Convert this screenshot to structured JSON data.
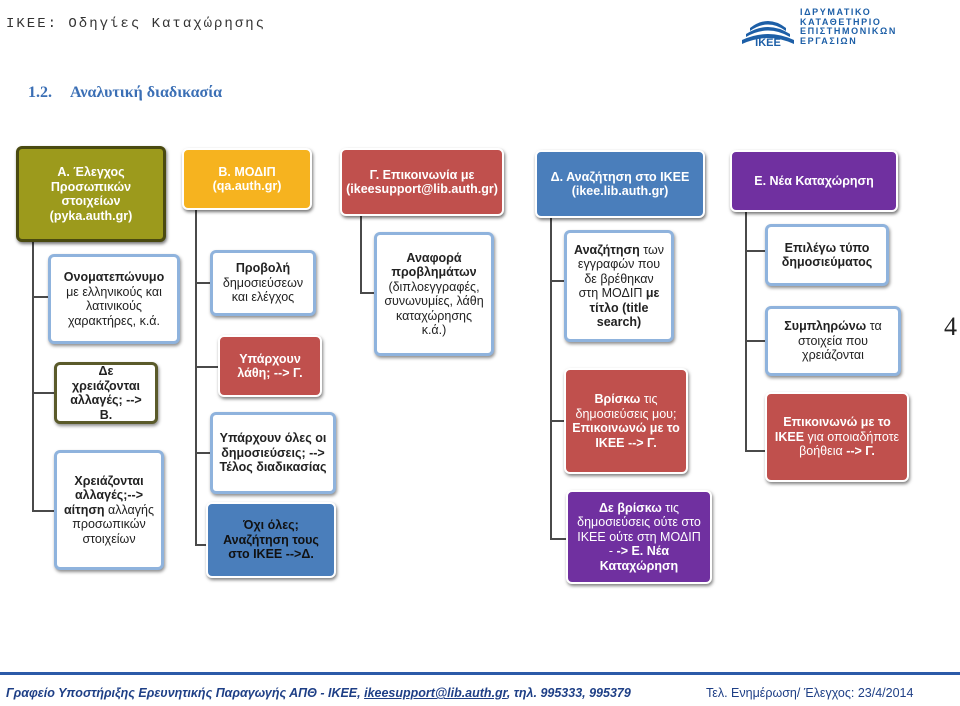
{
  "header": {
    "title": "IKEE: Οδηγίες Καταχώρησης",
    "logo_lines": [
      "ΙΔΡΥΜΑΤΙΚΟ",
      "ΚΑΤΑΘΕΤΗΡΙΟ",
      "ΕΠΙΣΤΗΜΟΝΙΚΩΝ",
      "ΕΡΓΑΣΙΩΝ"
    ],
    "logo_mark": "IKEE"
  },
  "section": {
    "number": "1.2.",
    "title": "Αναλυτική διαδικασία"
  },
  "page_number": "4",
  "columns": {
    "A": {
      "head": "Α. Έλεγχος Προσωπικών στοιχείων (pyka.auth.gr)",
      "items": [
        {
          "bold": "Ονοματεπώνυμο",
          "text": " με ελληνικούς και λατινικούς χαρακτήρες, κ.ά."
        },
        {
          "bold": "Δε χρειάζονται αλλαγές; --> Β.",
          "text": ""
        },
        {
          "bold": "Χρειάζονται αλλαγές;--> αίτηση",
          "text": " αλλαγής προσωπικών στοιχείων"
        }
      ]
    },
    "B": {
      "head": "Β. ΜΟΔΙΠ (qa.auth.gr)",
      "items": [
        {
          "bold": "Προβολή",
          "text": " δημοσιεύσεων και ελέγχος"
        },
        {
          "bold": "Υπάρχουν λάθη; --> Γ.",
          "text": ""
        },
        {
          "bold": "Υπάρχουν όλες οι δημοσιεύσεις; --> Τέλος διαδικασίας",
          "text": ""
        },
        {
          "bold": "Όχι όλες; Αναζήτηση τους στο ΙΚΕΕ -->Δ.",
          "text": ""
        }
      ]
    },
    "C": {
      "head": "Γ. Επικοινωνία με (ikeesupport@lib.auth.gr)",
      "items": [
        {
          "bold": "Αναφορά προβλημάτων",
          "text": " (διπλοεγγραφές, συνωνυμίες, λάθη καταχώρησης κ.ά.)"
        }
      ]
    },
    "D": {
      "head": "Δ. Αναζήτηση στο ΙΚΕΕ (ikee.lib.auth.gr)",
      "items": [
        {
          "bold": "Αναζήτηση",
          "text": " των εγγραφών που δε βρέθηκαν στη ΜΟΔΙΠ ",
          "bold2": "με τίτλο (title search)"
        },
        {
          "bold": "Βρίσκω",
          "text": " τις δημοσιεύσεις μου; ",
          "bold2": "Επικοινωνώ με το ΙΚΕΕ --> Γ."
        },
        {
          "bold": "Δε βρίσκω",
          "text": " τις δημοσιεύσεις ούτε στο ΙΚΕΕ ούτε στη ΜΟΔΙΠ - ",
          "bold2": "-> Ε. Νέα Καταχώρηση"
        }
      ]
    },
    "E": {
      "head": "Ε. Νέα Καταχώρηση",
      "items": [
        {
          "bold": "Επιλέγω τύπο δημοσιεύματος",
          "text": ""
        },
        {
          "bold": "Συμπληρώνω",
          "text": " τα στοιχεία που χρειάζονται"
        },
        {
          "bold": "Επικοινωνώ με το ΙΚΕΕ",
          "text": " για οποιαδήποτε βοήθεια ",
          "bold2": "--> Γ."
        }
      ]
    }
  },
  "footer": {
    "left_prefix": "Γραφείο Υποστήριξης Ερευνητικής Παραγωγής ΑΠΘ - ΙΚΕΕ, ",
    "left_email": "ikeesupport@lib.auth.gr",
    "left_suffix": ", τηλ. 995333, 995379",
    "right": "Τελ. Ενημέρωση/ Έλεγχος: 23/4/2014"
  }
}
